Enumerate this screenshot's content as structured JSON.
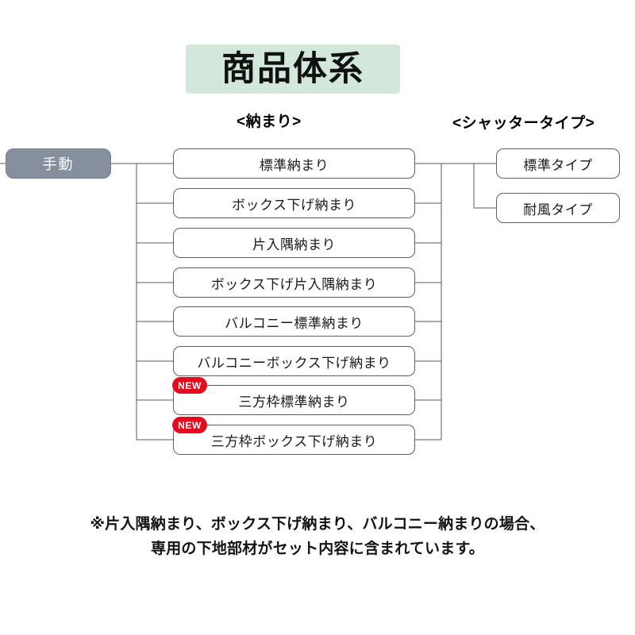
{
  "title": {
    "text": "商品体系",
    "background_color": "#d3e8db"
  },
  "headers": {
    "osamari": "<納まり>",
    "shutter": "<シャッタータイプ>"
  },
  "root": {
    "label": "手動",
    "fill_color": "#868f9d",
    "text_color": "#ffffff"
  },
  "osamari_nodes": [
    {
      "label": "標準納まり",
      "badge": null
    },
    {
      "label": "ボックス下げ納まり",
      "badge": null
    },
    {
      "label": "片入隅納まり",
      "badge": null
    },
    {
      "label": "ボックス下げ片入隅納まり",
      "badge": null
    },
    {
      "label": "バルコニー標準納まり",
      "badge": null
    },
    {
      "label": "バルコニーボックス下げ納まり",
      "badge": null
    },
    {
      "label": "三方枠標準納まり",
      "badge": "NEW"
    },
    {
      "label": "三方枠ボックス下げ納まり",
      "badge": "NEW"
    }
  ],
  "shutter_nodes": [
    {
      "label": "標準タイプ"
    },
    {
      "label": "耐風タイプ"
    }
  ],
  "badge": {
    "text": "NEW",
    "color": "#e50a1e"
  },
  "footnote": {
    "line1": "※片入隅納まり、ボックス下げ納まり、バルコニー納まりの場合、",
    "line2": "専用の下地部材がセット内容に含まれています。"
  }
}
